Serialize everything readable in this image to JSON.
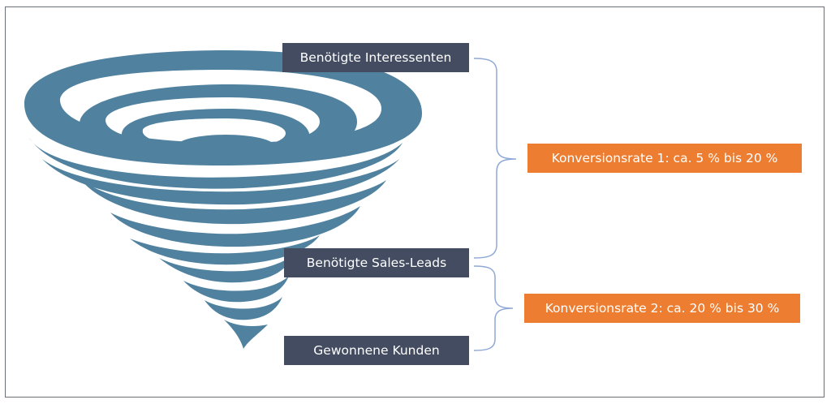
{
  "colors": {
    "funnel": "#5082a0",
    "stage_box": "#434c61",
    "rate_box": "#ed7d31",
    "bracket": "#8fa9d6",
    "frame": "#6b6f78"
  },
  "stages": [
    {
      "label": "Benötigte Interessenten"
    },
    {
      "label": "Benötigte Sales-Leads"
    },
    {
      "label": "Gewonnene Kunden"
    }
  ],
  "conversion_rates": [
    {
      "label": "Konversionsrate 1: ca. 5 % bis 20 %"
    },
    {
      "label": "Konversionsrate 2: ca. 20 % bis 30 %"
    }
  ]
}
